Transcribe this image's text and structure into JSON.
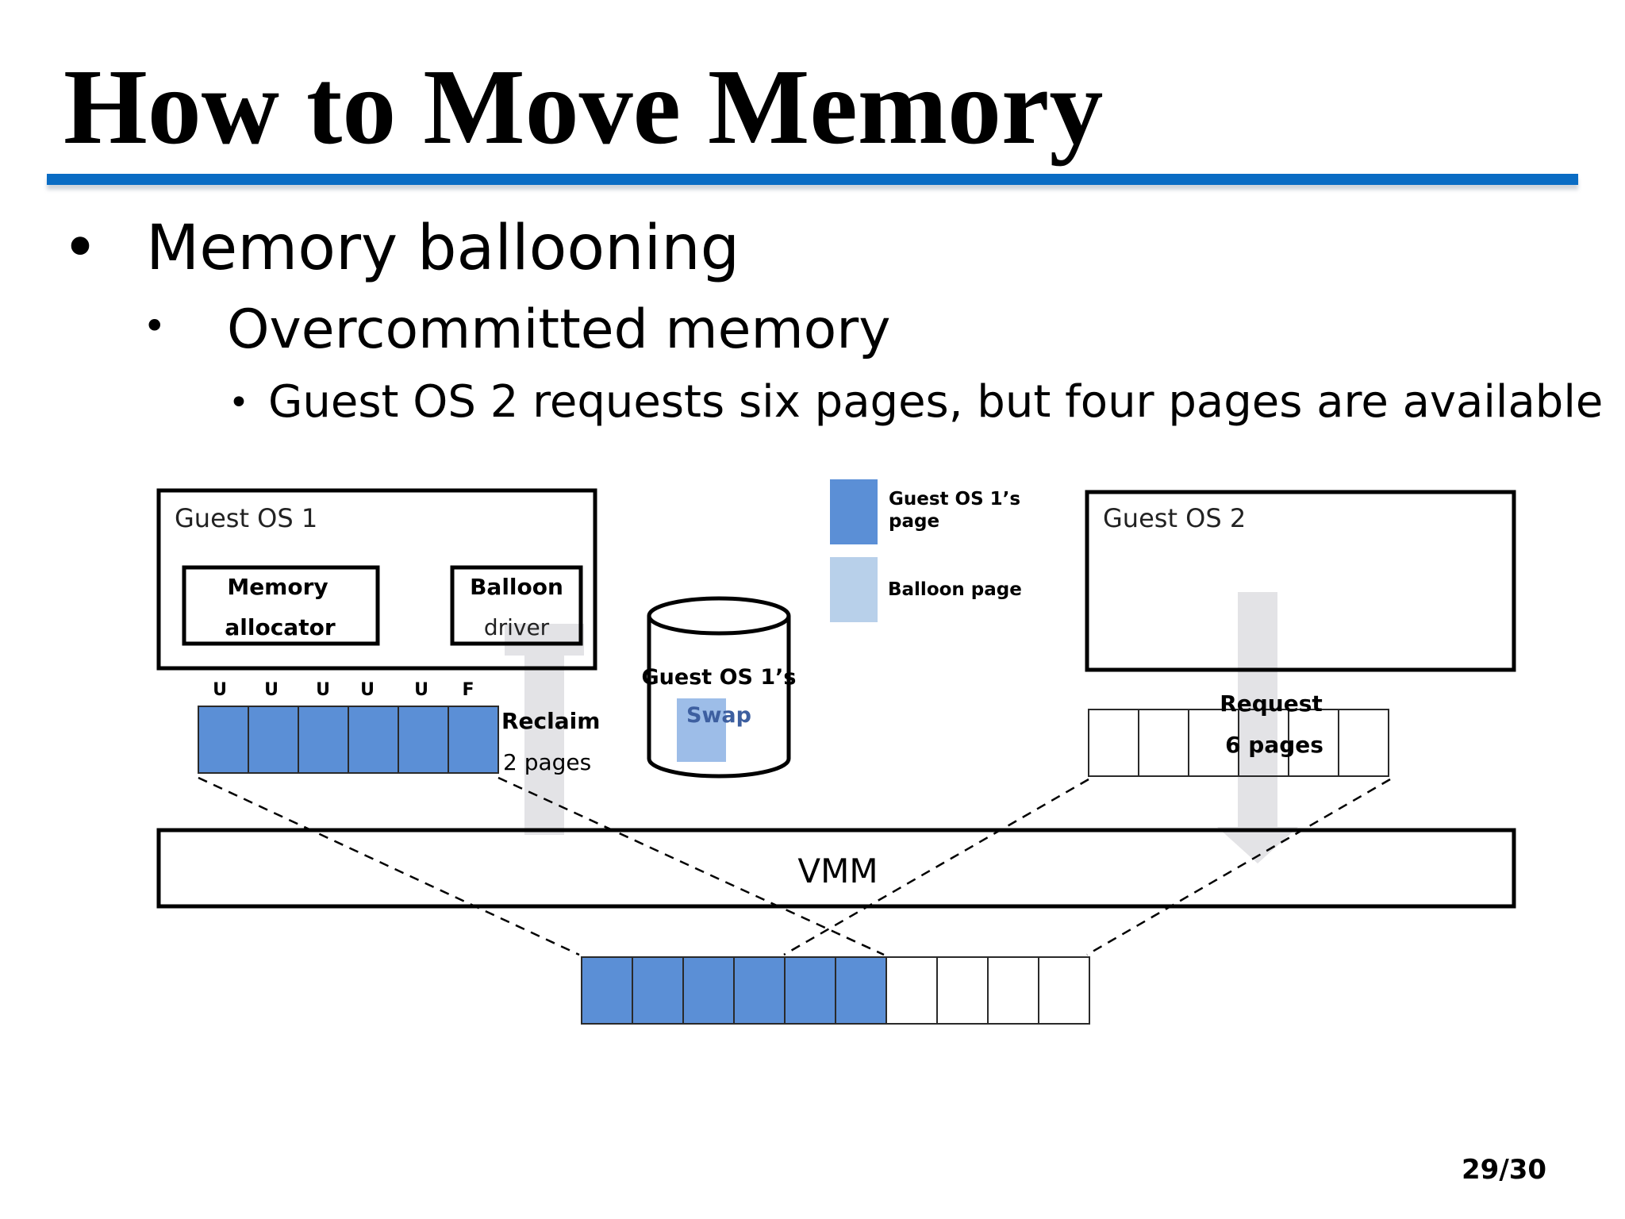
{
  "slide": {
    "title": "How to Move Memory",
    "bullet1": "Memory ballooning",
    "bullet2": "Overcommitted memory",
    "bullet3": "Guest OS 2 requests six pages, but four pages are available",
    "page_number": "29/30"
  },
  "colors": {
    "title_rule": "#0a6cc4",
    "guest_page": "#5b8fd6",
    "balloon_page": "#b8d0ea",
    "swap_page": "#9dbde8",
    "arrow": "#e3e3e6"
  },
  "diagram": {
    "guest1": {
      "label": "Guest OS 1",
      "allocator": [
        "Memory",
        "allocator"
      ],
      "balloon_driver": [
        "Balloon",
        "driver"
      ],
      "page_flags": [
        "U",
        "U",
        "U",
        "U",
        "U",
        "F"
      ],
      "reclaim": [
        "Reclaim",
        "2 pages"
      ]
    },
    "legend": [
      {
        "label": [
          "Guest OS 1’s",
          "page"
        ],
        "color": "#5b8fd6"
      },
      {
        "label": [
          "Balloon page"
        ],
        "color": "#b8d0ea"
      }
    ],
    "swap": {
      "label": "Guest OS 1’s",
      "sublabel": "Swap"
    },
    "guest2": {
      "label": "Guest OS 2",
      "request": [
        "Request",
        "6 pages"
      ]
    },
    "vmm": {
      "label": "VMM"
    }
  }
}
